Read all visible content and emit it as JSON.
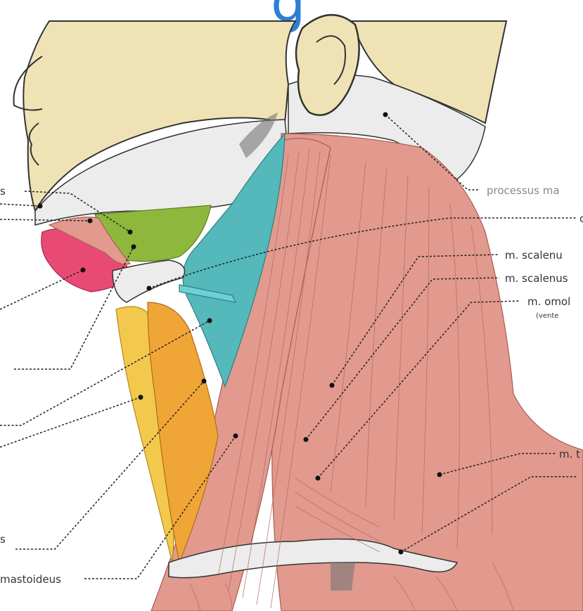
{
  "header": {
    "partial_glyph": "g"
  },
  "labels": {
    "processus_mastoideus": "processus ma",
    "clavicula_fragment": "c",
    "scalenus_1": "m. scalenu",
    "scalenus_2": "m. scalenus",
    "omohyoideus": "m. omol",
    "omohyoideus_sub": "(vente",
    "trapezius": "m. t",
    "left_s": "s",
    "left_bottom_s": "s",
    "sternocleidomastoideus": "mastoideus"
  },
  "colors": {
    "skin": "#efe3b6",
    "muscle": "#e29a8e",
    "digastric_green": "#8db83c",
    "mylohyoid_teal": "#55b8bb",
    "sternohyoid_yellow": "#f2c94c",
    "omohyoid_orange": "#f0a537",
    "digastric_pink": "#e94a74",
    "bone": "#ececec",
    "heading_blue": "#2c7fd6"
  }
}
